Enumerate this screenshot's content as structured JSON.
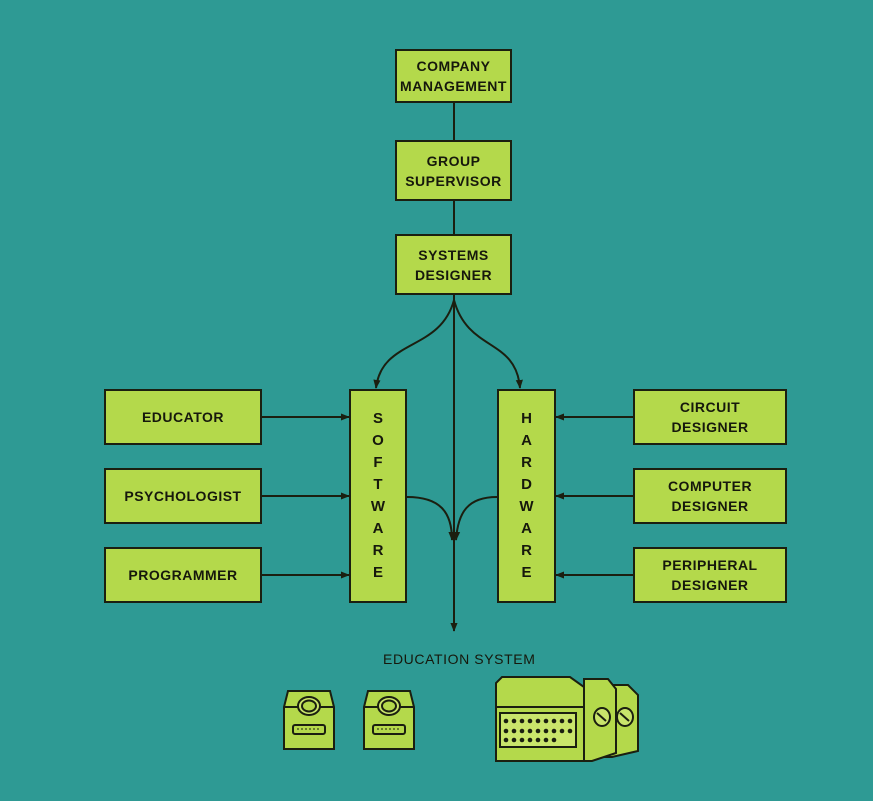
{
  "nodes": {
    "company_management": [
      "COMPANY",
      "MANAGEMENT"
    ],
    "group_supervisor": [
      "GROUP",
      "SUPERVISOR"
    ],
    "systems_designer": [
      "SYSTEMS",
      "DESIGNER"
    ],
    "educator": [
      "EDUCATOR"
    ],
    "psychologist": [
      "PSYCHOLOGIST"
    ],
    "programmer": [
      "PROGRAMMER"
    ],
    "software": [
      "S",
      "O",
      "F",
      "T",
      "W",
      "A",
      "R",
      "E"
    ],
    "hardware": [
      "H",
      "A",
      "R",
      "D",
      "W",
      "A",
      "R",
      "E"
    ],
    "circuit_designer": [
      "CIRCUIT",
      "DESIGNER"
    ],
    "computer_designer": [
      "COMPUTER",
      "DESIGNER"
    ],
    "peripheral_designer": [
      "PERIPHERAL",
      "DESIGNER"
    ]
  },
  "output_label": "EDUCATION SYSTEM",
  "colors": {
    "background": "#2e9a94",
    "box_fill": "#b4d94b",
    "ink": "#1b1f10"
  },
  "icons": [
    "student-terminal-icon",
    "student-terminal-icon",
    "computer-console-icon"
  ]
}
